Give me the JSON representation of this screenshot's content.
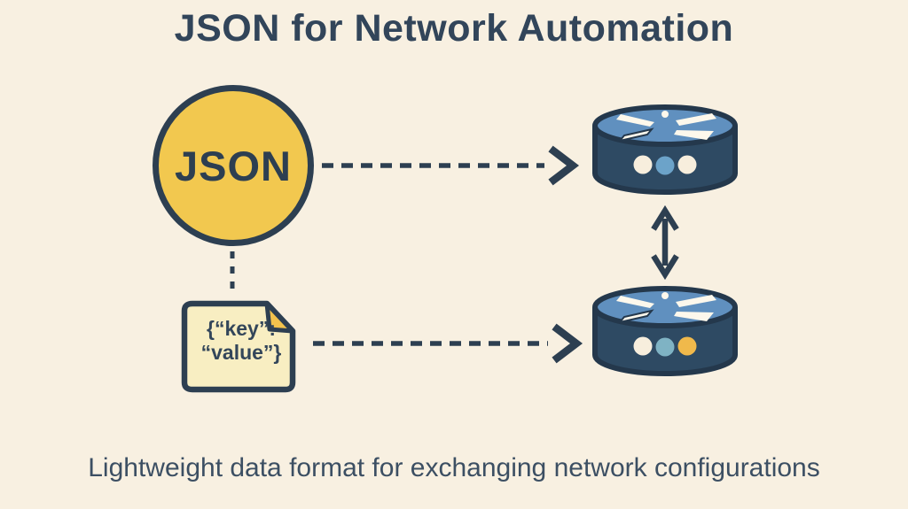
{
  "title": "JSON for Network Automation",
  "caption": "Lightweight data format for exchanging network configurations",
  "circle": {
    "label": "JSON"
  },
  "file": {
    "line1": "{“key”:",
    "line2": "“value”}"
  },
  "icons": {
    "router_top": "router-icon",
    "router_bottom": "router-icon",
    "json_file": "json-file-icon",
    "arrow_top": "dashed-arrow-right-icon",
    "arrow_bottom": "dashed-arrow-right-icon",
    "link_vertical": "double-arrow-vertical-icon",
    "link_circle_file": "dashed-line-vertical"
  },
  "colors": {
    "background": "#f8f0e1",
    "ink": "#2d3f51",
    "title_text": "#32455a",
    "caption_text": "#3c4f63",
    "circle_fill": "#f2c84f",
    "router_top_face": "#6090bf",
    "router_body": "#2e4a63",
    "dot_cream": "#f7eedd",
    "dot_light_blue": "#6ca3c9",
    "dot_teal": "#7fb3c4",
    "dot_yellow": "#f0b94b",
    "file_fill": "#f8eec2",
    "file_fold": "#f2c24d"
  }
}
